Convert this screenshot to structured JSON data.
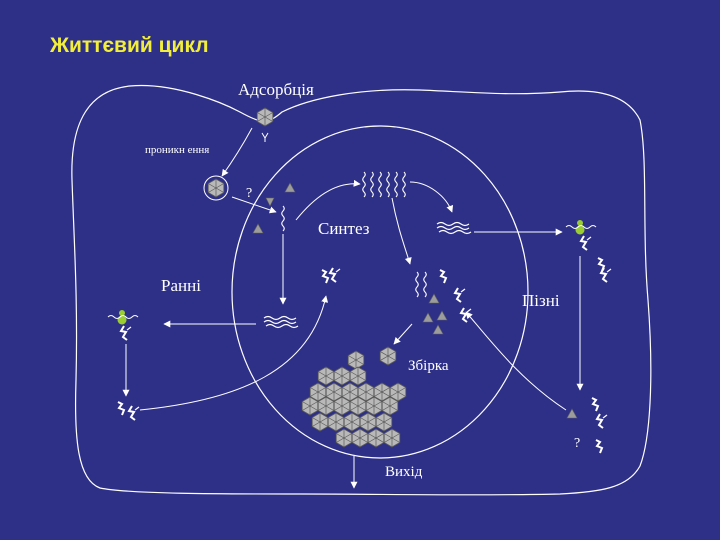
{
  "title": "Життєвий цикл",
  "labels": {
    "adsorption": "Адсорбція",
    "penetration": "проникн ення",
    "synthesis": "Синтез",
    "early": "Ранні",
    "late": "Пізні",
    "assembly": "Збірка",
    "exit": "Вихід",
    "question_top": "?",
    "question_bottom": "?"
  },
  "colors": {
    "background": "#2e3088",
    "title": "#f2ee3a",
    "lines": "#ffffff",
    "capsid_fill": "#b9b9b9",
    "protein_fill": "#9c9c9c",
    "ribosome_fill": "#9acd32"
  },
  "icons": [
    "capsid-icon",
    "rna-strand-icon",
    "ribosome-icon",
    "protein-chain-icon",
    "triangle-protein-icon",
    "wavy-rna-icon"
  ]
}
